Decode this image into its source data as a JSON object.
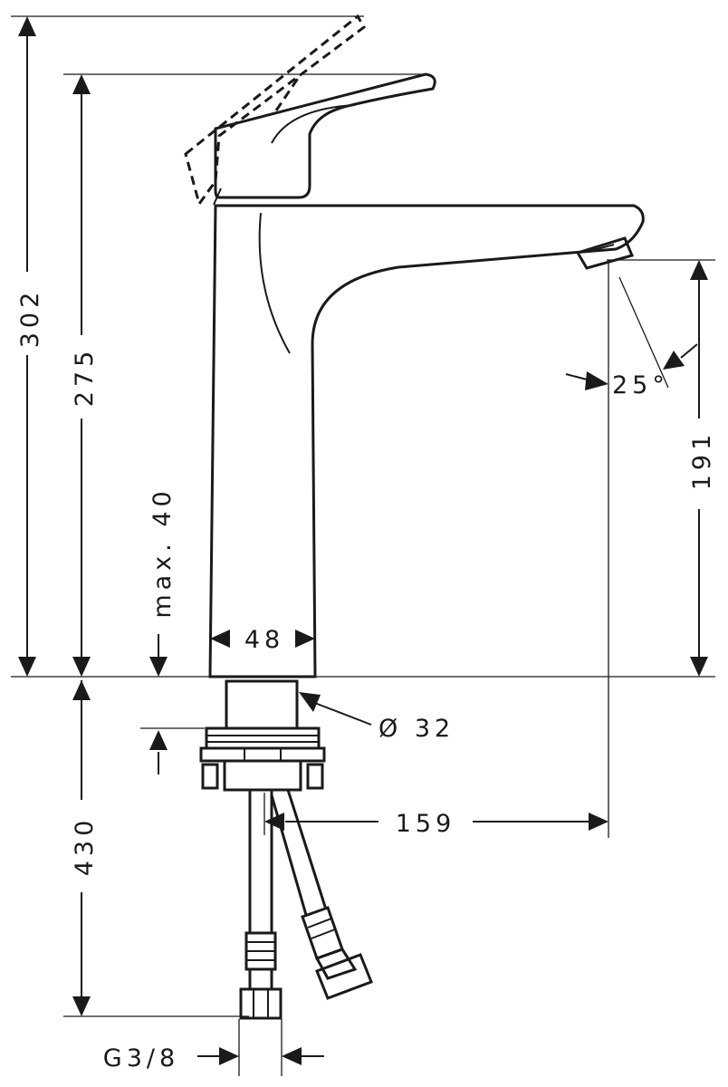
{
  "dimensions": {
    "total_height_lever_raised": "302",
    "total_height": "275",
    "clearance_height": "191",
    "max_deck_thickness": "max. 40",
    "body_width": "48",
    "hole_diameter": "Ø 32",
    "projection": "159",
    "hose_length": "430",
    "spray_angle": "25°",
    "connection_thread": "G3/8"
  }
}
